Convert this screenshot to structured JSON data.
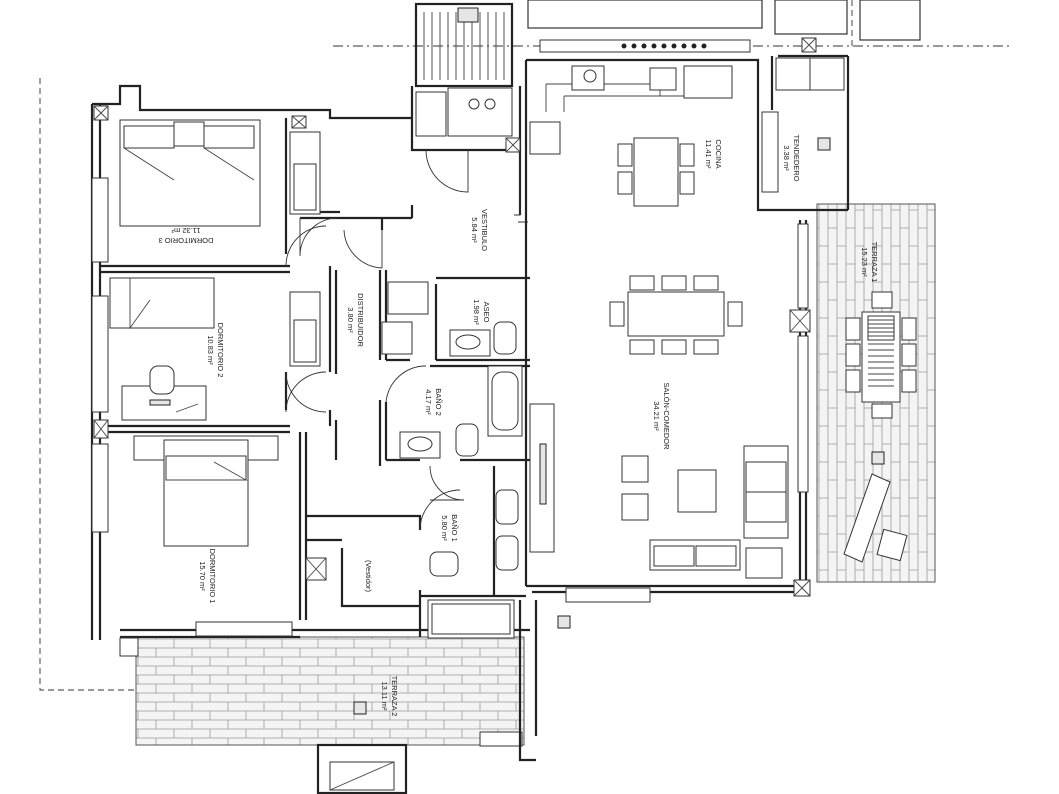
{
  "rooms": [
    {
      "name": "DORMITORIO 3",
      "area": "11.32 m²"
    },
    {
      "name": "DORMITORIO 2",
      "area": "10.83 m²"
    },
    {
      "name": "DORMITORIO 1",
      "area": "15.70 m²"
    },
    {
      "name": "VESTIBULO",
      "area": "5.84 m²"
    },
    {
      "name": "DISTRIBUIDOR",
      "area": "3.80 m²"
    },
    {
      "name": "ASEO",
      "area": "1.98 m²"
    },
    {
      "name": "BAÑO 2",
      "area": "4.17 m²"
    },
    {
      "name": "BAÑO 1",
      "area": "5.80 m²"
    },
    {
      "name": "(Vestidor)",
      "area": ""
    },
    {
      "name": "COCINA",
      "area": "11.41 m²"
    },
    {
      "name": "TENDEDERO",
      "area": "3.38 m²"
    },
    {
      "name": "SALÓN-COMEDOR",
      "area": "34.21 m²"
    },
    {
      "name": "TERRAZA 1",
      "area": "15.23 m²"
    },
    {
      "name": "TERRAZA 2",
      "area": "13.11 m²"
    }
  ]
}
